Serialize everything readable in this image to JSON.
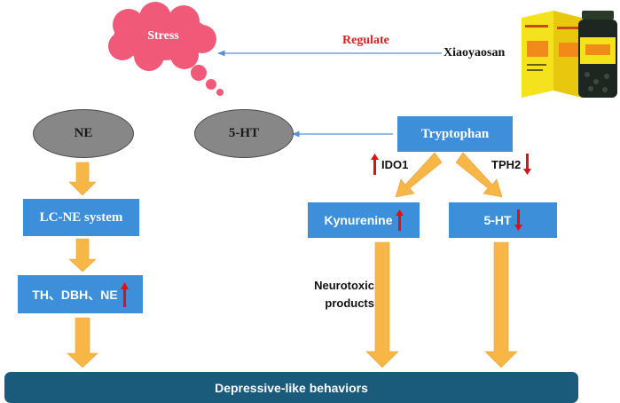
{
  "stress": {
    "label": "Stress",
    "color": "#f05a78"
  },
  "regulate": {
    "label": "Regulate",
    "color": "#e02020"
  },
  "drug": {
    "label": "Xiaoyaosan",
    "icon": "xiaoyaosan-medicine-package-icon"
  },
  "ne": {
    "label": "NE"
  },
  "ht5_top": {
    "label": "5-HT"
  },
  "tryptophan": {
    "label": "Tryptophan"
  },
  "ido1": {
    "label": "IDO1",
    "trend": "up"
  },
  "tph2": {
    "label": "TPH2",
    "trend": "down"
  },
  "lc_ne": {
    "label": "LC-NE system"
  },
  "th_dbh": {
    "label": "TH、DBH、NE",
    "trend": "up"
  },
  "kynurenine": {
    "label": "Kynurenine",
    "trend": "up"
  },
  "ht5_bottom": {
    "label": "5-HT",
    "trend": "down"
  },
  "neurotoxic": {
    "line1": "Neurotoxic",
    "line2": "products"
  },
  "outcome": {
    "label": "Depressive-like behaviors",
    "color": "#1a5a7a"
  },
  "colors": {
    "box": "#3d8fd9",
    "arrow": "#f7b646",
    "trend_arrow": "#e01010",
    "ellipse": "#878787"
  }
}
